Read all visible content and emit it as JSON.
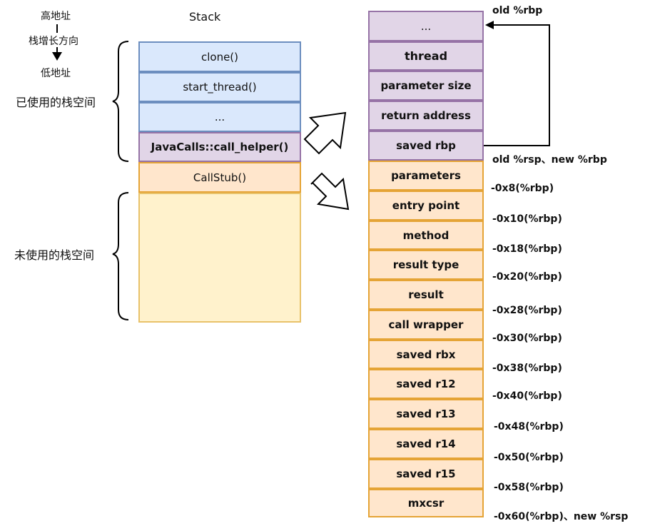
{
  "legend": {
    "high_addr": "高地址",
    "growth_direction": "栈增长方向",
    "low_addr": "低地址"
  },
  "stack": {
    "title": "Stack",
    "used_label": "已使用的栈空间",
    "unused_label": "未使用的栈空间",
    "frames": [
      "clone()",
      "start_thread()",
      "...",
      "JavaCalls::call_helper()",
      "CallStub()"
    ]
  },
  "callstub": {
    "cells": [
      "...",
      "thread",
      "parameter size",
      "return address",
      "saved rbp",
      "parameters",
      "entry point",
      "method",
      "result type",
      "result",
      "call wrapper",
      "saved rbx",
      "saved r12",
      "saved r13",
      "saved r14",
      "saved r15",
      "mxcsr"
    ],
    "offsets": [
      "-0x8(%rbp)",
      "-0x10(%rbp)",
      "-0x18(%rbp)",
      "-0x20(%rbp)",
      "-0x28(%rbp)",
      "-0x30(%rbp)",
      "-0x38(%rbp)",
      "-0x40(%rbp)",
      "-0x48(%rbp)",
      "-0x50(%rbp)",
      "-0x58(%rbp)",
      "-0x60(%rbp)、new %rsp"
    ],
    "old_rbp": "old %rbp",
    "old_rsp_new_rbp": "old %rsp、new %rbp"
  },
  "colors": {
    "blue_fill": "#dae8fc",
    "blue_border": "#6c8ebf",
    "purple_fill": "#e1d5e7",
    "purple_border": "#9673a6",
    "orange_fill": "#ffe6cc",
    "orange_border": "#e5a436",
    "yellow_fill": "#fff2cc"
  }
}
